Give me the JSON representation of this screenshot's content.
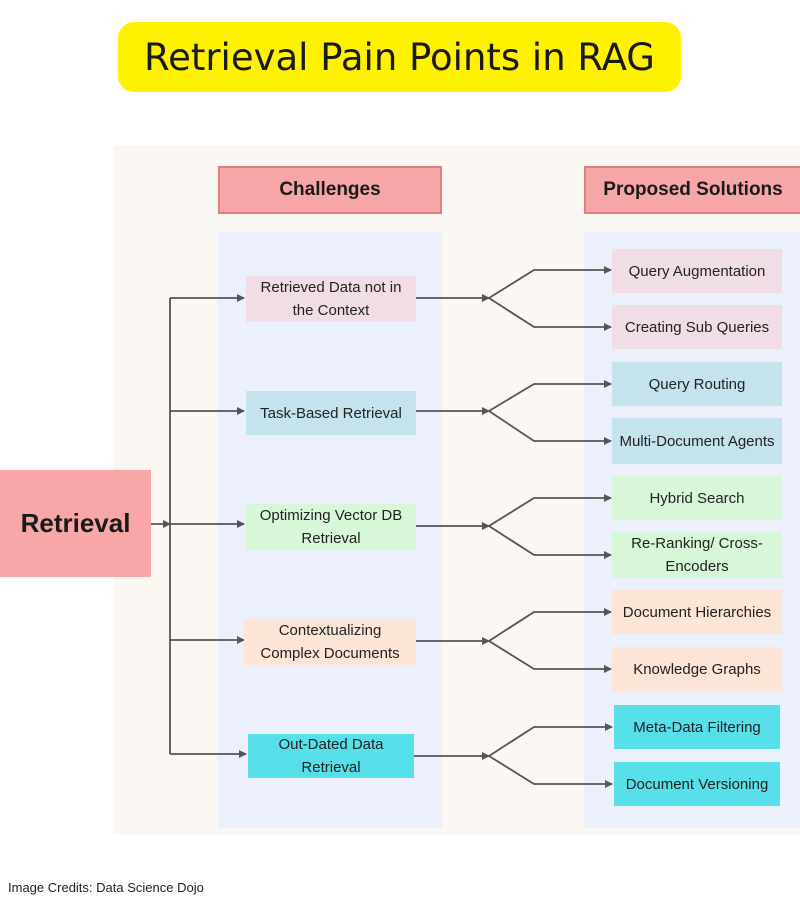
{
  "title": "Retrieval Pain Points in RAG",
  "root": "Retrieval",
  "headers": {
    "challenges": "Challenges",
    "solutions": "Proposed Solutions"
  },
  "challenges": [
    {
      "label": "Retrieved Data not in the Context",
      "color": "#f0dde5"
    },
    {
      "label": "Task-Based Retrieval",
      "color": "#c4e3ec"
    },
    {
      "label": "Optimizing Vector DB Retrieval",
      "color": "#d8f6d8"
    },
    {
      "label": "Contextualizing Complex Documents",
      "color": "#fce4d6"
    },
    {
      "label": "Out-Dated Data Retrieval",
      "color": "#58e0ea"
    }
  ],
  "solutions": [
    {
      "label": "Query Augmentation"
    },
    {
      "label": "Creating Sub Queries"
    },
    {
      "label": "Query Routing"
    },
    {
      "label": "Multi-Document Agents"
    },
    {
      "label": "Hybrid Search"
    },
    {
      "label": "Re-Ranking/ Cross-Encoders"
    },
    {
      "label": "Document Hierarchies"
    },
    {
      "label": "Knowledge Graphs"
    },
    {
      "label": "Meta-Data Filtering"
    },
    {
      "label": "Document Versioning"
    }
  ],
  "credits": "Image Credits: Data Science Dojo"
}
